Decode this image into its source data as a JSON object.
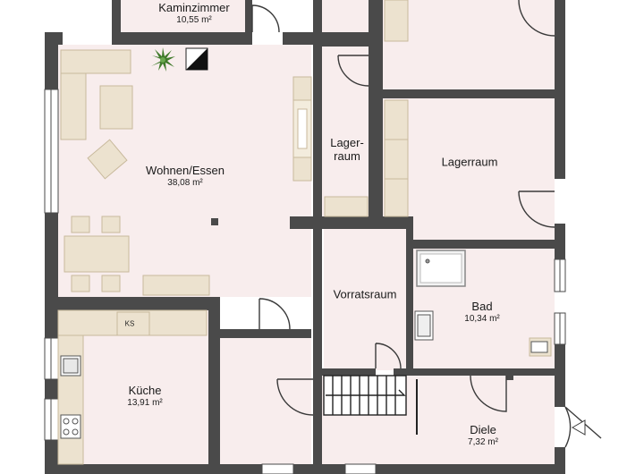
{
  "rooms": {
    "kaminzimmer": {
      "name": "Kaminzimmer",
      "area": "10,55 m²"
    },
    "wohnen": {
      "name": "Wohnen/Essen",
      "area": "38,08 m²"
    },
    "lager_small_l1": "Lager-",
    "lager_small_l2": "raum",
    "lagerraum": {
      "name": "Lagerraum"
    },
    "vorratsraum": {
      "name": "Vorratsraum"
    },
    "bad": {
      "name": "Bad",
      "area": "10,34 m²"
    },
    "kueche": {
      "name": "Küche",
      "area": "13,91 m²"
    },
    "diele": {
      "name": "Diele",
      "area": "7,32 m²"
    }
  },
  "fixtures": {
    "ks_label": "KS"
  },
  "colors": {
    "wall": "#4a4a4a",
    "floor": "#f8eded",
    "furniture": "#ece2cf",
    "furniture_edge": "#c8b99c"
  }
}
